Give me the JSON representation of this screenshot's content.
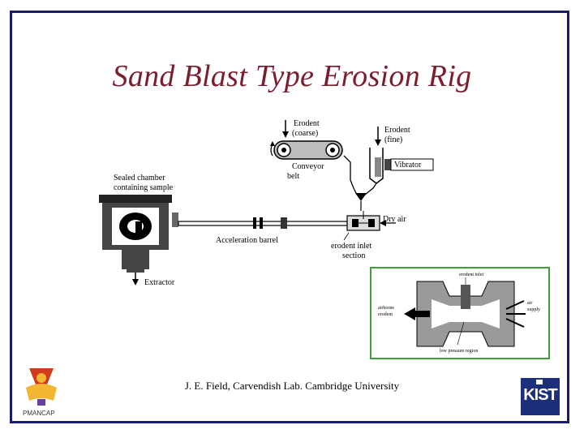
{
  "slide": {
    "title": "Sand Blast Type Erosion Rig",
    "credit": "J. E. Field, Carvendish Lab. Cambridge University"
  },
  "diagram": {
    "labels": {
      "erodent_coarse_1": "Erodent",
      "erodent_coarse_2": "(coarse)",
      "erodent_fine_1": "Erodent",
      "erodent_fine_2": "(fine)",
      "vibrator": "Vibrator",
      "conveyor_1": "Conveyor",
      "conveyor_2": "belt",
      "sealed_1": "Sealed chamber",
      "sealed_2": "containing sample",
      "dry_air": "Dry air",
      "acceleration_barrel": "Acceleration barrel",
      "inlet_1": "erodent inlet",
      "inlet_2": "section",
      "extractor": "Extractor"
    }
  },
  "inset": {
    "labels": {
      "erodent_inlet": "erodent inlet",
      "airborne_1": "airborne",
      "airborne_2": "erodent",
      "air_1": "air",
      "air_2": "supply",
      "low_pressure": "low pressure region"
    }
  },
  "logos": {
    "left_text": "PMANCAP",
    "right_text": "KIST"
  },
  "colors": {
    "title": "#7a1e2e",
    "frame": "#1a1a6e",
    "inset_border": "#3aa03a",
    "kist_bg": "#1b2f7a"
  }
}
